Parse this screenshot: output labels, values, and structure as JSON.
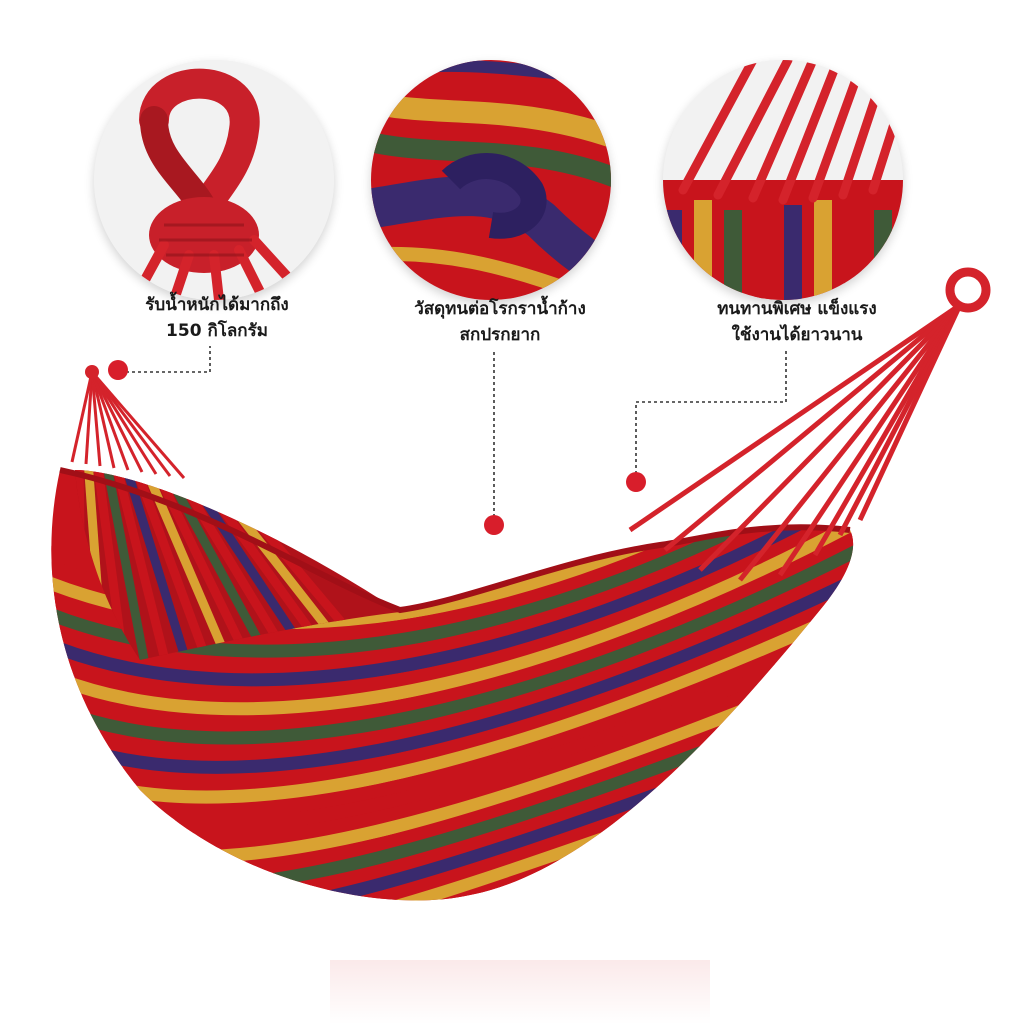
{
  "features": [
    {
      "line1": "รับน้ำหนักได้มากถึง",
      "line2": "150 กิโลกรัม",
      "icon": "rope-loop-closeup"
    },
    {
      "line1": "วัสดุทนต่อโรกราน้ำก้าง",
      "line2": "สกปรกยาก",
      "icon": "striped-fabric-closeup"
    },
    {
      "line1": "ทนทานพิเศษ แข็งแรง",
      "line2": "ใช้งานได้ยาวนาน",
      "icon": "rope-strings-closeup"
    }
  ],
  "colors": {
    "background": "#ffffff",
    "marker": "#d81e2b",
    "leader_line": "#333333",
    "stripe_red": "#c8141c",
    "stripe_red_dark": "#a10f17",
    "stripe_yellow": "#d9a232",
    "stripe_green": "#3f5a38",
    "stripe_purple": "#3a2a6e",
    "rope": "#d4232b"
  },
  "stripe_pattern": [
    "red",
    "red",
    "yellow",
    "red",
    "green",
    "red",
    "purple",
    "red",
    "yellow",
    "red",
    "green",
    "red",
    "purple",
    "red",
    "yellow",
    "red"
  ]
}
